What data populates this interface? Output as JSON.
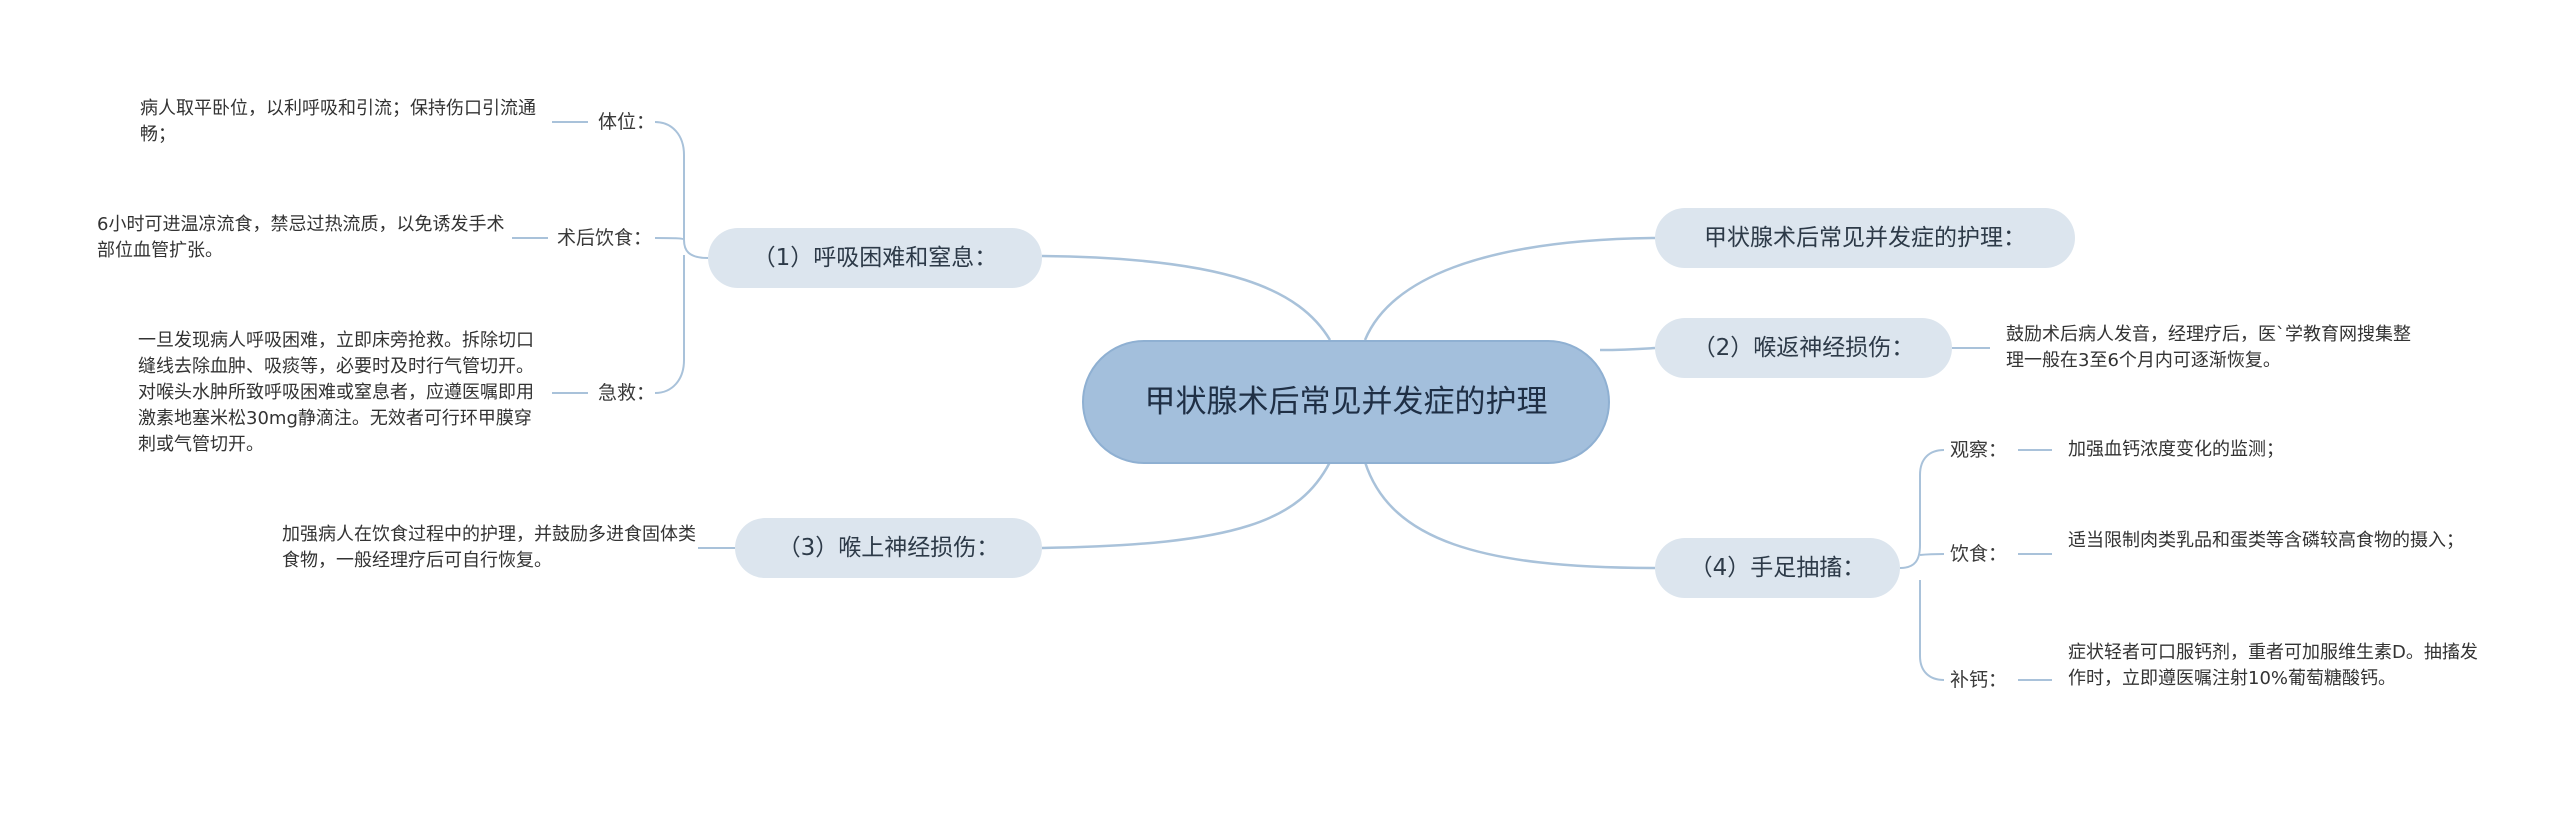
{
  "root": {
    "title": "甲状腺术后常见并发症的护理"
  },
  "branches": [
    {
      "label": "（1）呼吸困难和窒息：",
      "children": [
        {
          "label": "体位：",
          "text": "病人取平卧位，以利呼吸和引流；保持伤口引流通畅；"
        },
        {
          "label": "术后饮食：",
          "text": "6小时可进温凉流食，禁忌过热流质，以免诱发手术部位血管扩张。"
        },
        {
          "label": "急救：",
          "text": "一旦发现病人呼吸困难，立即床旁抢救。拆除切口缝线去除血肿、吸痰等，必要时及时行气管切开。对喉头水肿所致呼吸困难或窒息者，应遵医嘱即用激素地塞米松30mg静滴注。无效者可行环甲膜穿刺或气管切开。"
        }
      ]
    },
    {
      "label": "（3）喉上神经损伤：",
      "text": "加强病人在饮食过程中的护理，并鼓励多进食固体类食物，一般经理疗后可自行恢复。"
    },
    {
      "label": "甲状腺术后常见并发症的护理："
    },
    {
      "label": "（2）喉返神经损伤：",
      "text": "鼓励术后病人发音，经理疗后，医`学教育网搜集整理一般在3至6个月内可逐渐恢复。"
    },
    {
      "label": "（4）手足抽搐：",
      "children": [
        {
          "label": "观察：",
          "text": "加强血钙浓度变化的监测；"
        },
        {
          "label": "饮食：",
          "text": "适当限制肉类乳品和蛋类等含磷较高食物的摄入；"
        },
        {
          "label": "补钙：",
          "text": "症状轻者可口服钙剂，重者可加服维生素D。抽搐发作时，立即遵医嘱注射10%葡萄糖酸钙。"
        }
      ]
    }
  ],
  "colors": {
    "line": "#a9c2da",
    "root_fill": "#a3bfdc",
    "branch_fill": "#dce5ee"
  }
}
